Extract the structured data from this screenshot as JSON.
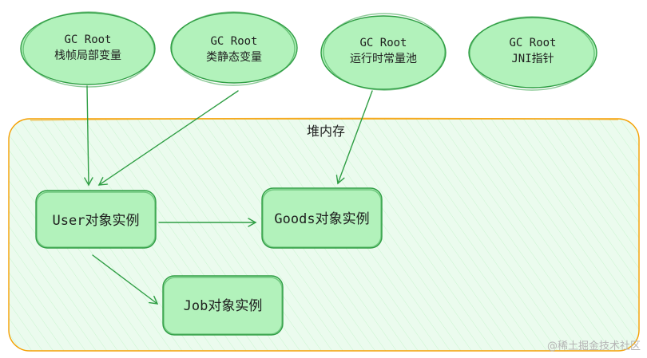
{
  "roots": [
    {
      "title": "GC Root",
      "label": "栈帧局部变量"
    },
    {
      "title": "GC Root",
      "label": "类静态变量"
    },
    {
      "title": "GC Root",
      "label": "运行时常量池"
    },
    {
      "title": "GC Root",
      "label": "JNI指针"
    }
  ],
  "heap": {
    "label": "堆内存"
  },
  "objects": {
    "user": "User对象实例",
    "goods": "Goods对象实例",
    "job": "Job对象实例"
  },
  "watermark": "@稀土掘金技术社区",
  "colors": {
    "node_stroke": "#2f9e44",
    "node_fill": "#b2f2bb",
    "heap_stroke": "#f59f00",
    "heap_fill": "#ebfbee"
  }
}
